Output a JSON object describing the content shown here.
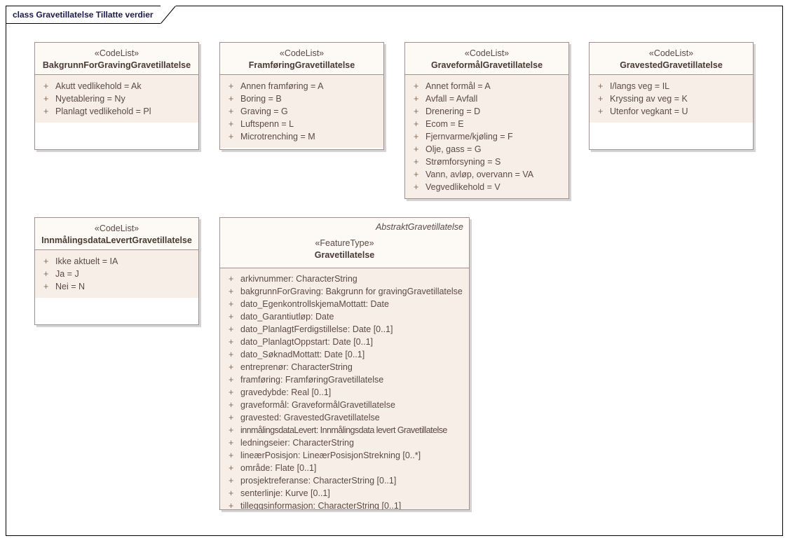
{
  "diagram": {
    "tab_label": "class Gravetillatelse Tillatte verdier",
    "frame_color": "#000000",
    "box_border_color": "#a28f8f",
    "box_header_color": "#fdfaf6",
    "box_body_color": "#f7efe7",
    "text_color": "#5c4a42"
  },
  "classes": [
    {
      "stereotype": "«CodeList»",
      "name": "BakgrunnForGravingGravetillatelse",
      "alias": "",
      "features": [
        {
          "visibility": "+",
          "text": "Akutt vedlikehold = Ak"
        },
        {
          "visibility": "+",
          "text": "Nyetablering = Ny"
        },
        {
          "visibility": "+",
          "text": "Planlagt vedlikehold = Pl"
        }
      ]
    },
    {
      "stereotype": "«CodeList»",
      "name": "FramføringGravetillatelse",
      "alias": "",
      "features": [
        {
          "visibility": "+",
          "text": "Annen framføring = A"
        },
        {
          "visibility": "+",
          "text": "Boring = B"
        },
        {
          "visibility": "+",
          "text": "Graving = G"
        },
        {
          "visibility": "+",
          "text": "Luftspenn = L"
        },
        {
          "visibility": "+",
          "text": "Microtrenching = M"
        }
      ]
    },
    {
      "stereotype": "«CodeList»",
      "name": "GraveformålGravetillatelse",
      "alias": "",
      "features": [
        {
          "visibility": "+",
          "text": "Annet formål = A"
        },
        {
          "visibility": "+",
          "text": "Avfall = Avfall"
        },
        {
          "visibility": "+",
          "text": "Drenering = D"
        },
        {
          "visibility": "+",
          "text": "Ecom = E"
        },
        {
          "visibility": "+",
          "text": "Fjernvarme/kjøling = F"
        },
        {
          "visibility": "+",
          "text": "Olje, gass = G"
        },
        {
          "visibility": "+",
          "text": "Strømforsyning = S"
        },
        {
          "visibility": "+",
          "text": "Vann, avløp, overvann = VA"
        },
        {
          "visibility": "+",
          "text": "Vegvedlikehold = V"
        }
      ]
    },
    {
      "stereotype": "«CodeList»",
      "name": "GravestedGravetillatelse",
      "alias": "",
      "features": [
        {
          "visibility": "+",
          "text": "I/langs veg = IL"
        },
        {
          "visibility": "+",
          "text": "Kryssing av veg = K"
        },
        {
          "visibility": "+",
          "text": "Utenfor vegkant = U"
        }
      ]
    },
    {
      "stereotype": "«CodeList»",
      "name": "InnmålingsdataLevertGravetillatelse",
      "alias": "",
      "features": [
        {
          "visibility": "+",
          "text": "Ikke aktuelt = IA"
        },
        {
          "visibility": "+",
          "text": "Ja = J"
        },
        {
          "visibility": "+",
          "text": "Nei = N"
        }
      ]
    },
    {
      "stereotype": "«FeatureType»",
      "name": "Gravetillatelse",
      "alias": "AbstraktGravetillatelse",
      "features": [
        {
          "visibility": "+",
          "text": "arkivnummer: CharacterString"
        },
        {
          "visibility": "+",
          "text": "bakgrunnForGraving: Bakgrunn for gravingGravetillatelse"
        },
        {
          "visibility": "+",
          "text": "dato_EgenkontrollskjemaMottatt: Date"
        },
        {
          "visibility": "+",
          "text": "dato_Garantiutløp: Date"
        },
        {
          "visibility": "+",
          "text": "dato_PlanlagtFerdigstillelse: Date [0..1]"
        },
        {
          "visibility": "+",
          "text": "dato_PlanlagtOppstart: Date [0..1]"
        },
        {
          "visibility": "+",
          "text": "dato_SøknadMottatt: Date [0..1]"
        },
        {
          "visibility": "+",
          "text": "entreprenør: CharacterString"
        },
        {
          "visibility": "+",
          "text": "framføring: FramføringGravetillatelse"
        },
        {
          "visibility": "+",
          "text": "gravedybde: Real [0..1]"
        },
        {
          "visibility": "+",
          "text": "graveformål: GraveformålGravetillatelse"
        },
        {
          "visibility": "+",
          "text": "gravested: GravestedGravetillatelse"
        },
        {
          "visibility": "+",
          "text": "innmålingsdataLevert: Innmålingsdata levert Gravetillatelse"
        },
        {
          "visibility": "+",
          "text": "ledningseier: CharacterString"
        },
        {
          "visibility": "+",
          "text": "lineærPosisjon: LineærPosisjonStrekning [0..*]"
        },
        {
          "visibility": "+",
          "text": "område: Flate [0..1]"
        },
        {
          "visibility": "+",
          "text": "prosjektreferanse: CharacterString [0..1]"
        },
        {
          "visibility": "+",
          "text": "senterlinje: Kurve [0..1]"
        },
        {
          "visibility": "+",
          "text": "tilleggsinformasjon: CharacterString [0..1]"
        }
      ]
    }
  ]
}
